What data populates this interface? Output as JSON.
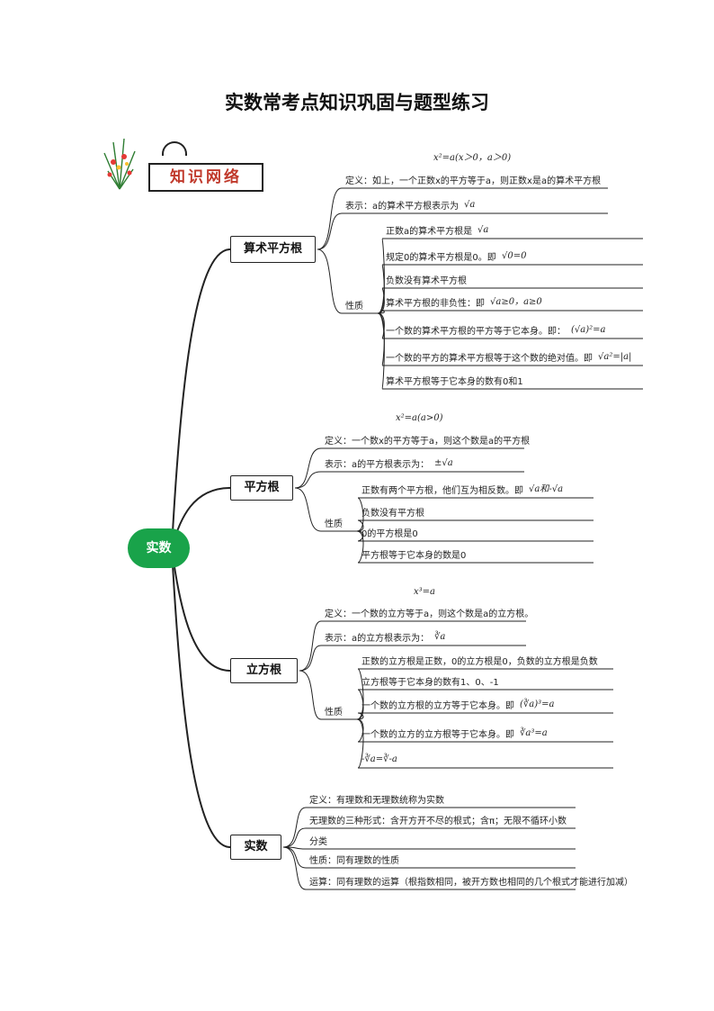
{
  "title": "实数常考点知识巩固与题型练习",
  "logo": {
    "label": "知识网络",
    "plant": "plant-icon",
    "sun": "sun-icon"
  },
  "root": {
    "label": "实数"
  },
  "branches": [
    {
      "label": "算术平方根",
      "formula": "x²=a(x＞0，a＞0)",
      "items": [
        {
          "label": "定义：如上，一个正数x的平方等于a，则正数x是a的算术平方根"
        },
        {
          "label": "表示：a的算术平方根表示为",
          "math": "√a"
        },
        {
          "label": "性质",
          "subitems": [
            {
              "label": "正数a的算术平方根是",
              "math": "√a"
            },
            {
              "label": "规定0的算术平方根是0。即",
              "math": "√0=0"
            },
            {
              "label": "负数没有算术平方根",
              "math": ""
            },
            {
              "label": "算术平方根的非负性：即",
              "math": "√a≥0，a≥0"
            },
            {
              "label": "一个数的算术平方根的平方等于它本身。即：",
              "math": "(√a)²=a"
            },
            {
              "label": "一个数的平方的算术平方根等于这个数的绝对值。即",
              "math": "√a²=|a|"
            },
            {
              "label": "算术平方根等于它本身的数有0和1",
              "math": ""
            }
          ]
        }
      ]
    },
    {
      "label": "平方根",
      "formula": "x²=a(a>0)",
      "items": [
        {
          "label": "定义：一个数x的平方等于a，则这个数是a的平方根"
        },
        {
          "label": "表示：a的平方根表示为：",
          "math": "±√a"
        },
        {
          "label": "性质",
          "subitems": [
            {
              "label": "正数有两个平方根，他们互为相反数。即",
              "math": "√a和-√a"
            },
            {
              "label": "负数没有平方根",
              "math": ""
            },
            {
              "label": "0的平方根是0",
              "math": ""
            },
            {
              "label": "平方根等于它本身的数是0",
              "math": ""
            }
          ]
        }
      ]
    },
    {
      "label": "立方根",
      "formula": "x³=a",
      "items": [
        {
          "label": "定义：一个数的立方等于a，则这个数是a的立方根。"
        },
        {
          "label": "表示：a的立方根表示为：",
          "math": "∛a"
        },
        {
          "label": "性质",
          "subitems": [
            {
              "label": "正数的立方根是正数，0的立方根是0，负数的立方根是负数",
              "math": ""
            },
            {
              "label": "立方根等于它本身的数有1、0、-1",
              "math": ""
            },
            {
              "label": "一个数的立方根的立方等于它本身。即",
              "math": "(∛a)³=a"
            },
            {
              "label": "一个数的立方的立方根等于它本身。即",
              "math": "∛a³=a"
            },
            {
              "label": "",
              "math": "-∛a=∛-a"
            }
          ]
        }
      ]
    },
    {
      "label": "实数",
      "formula": "",
      "items": [
        {
          "label": "定义：有理数和无理数统称为实数"
        },
        {
          "label": "无理数的三种形式：含开方开不尽的根式；含π；无限不循环小数"
        },
        {
          "label": "分类"
        },
        {
          "label": "性质：同有理数的性质"
        },
        {
          "label": "运算：同有理数的运算（根指数相同，被开方数也相同的几个根式才能进行加减）"
        }
      ]
    }
  ]
}
